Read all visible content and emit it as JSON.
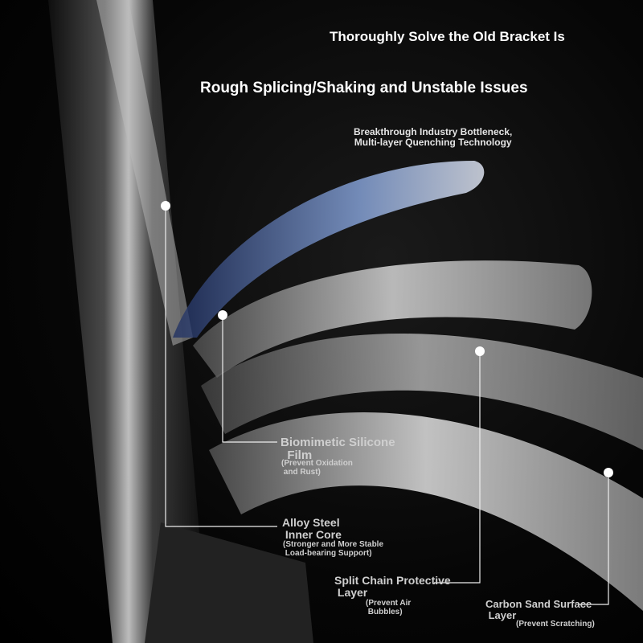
{
  "headline": "Thoroughly Solve the Old Bracket Is",
  "subheadline": "Rough Splicing/Shaking and Unstable Issues",
  "tagline": "Breakthrough Industry Bottleneck,\nMulti-layer Quenching Technology",
  "callouts": [
    {
      "title": "Biomimetic Silicone\n  Film",
      "note": "(Prevent Oxidation\n and Rust)"
    },
    {
      "title": "Alloy Steel\n Inner Core",
      "note": "(Stronger and More Stable\n Load-bearing Support)"
    },
    {
      "title": "Split Chain Protective\n Layer",
      "note": "(Prevent Air\n Bubbles)"
    },
    {
      "title": "Carbon Sand Surface\n Layer",
      "note": "(Prevent Scratching)"
    }
  ]
}
